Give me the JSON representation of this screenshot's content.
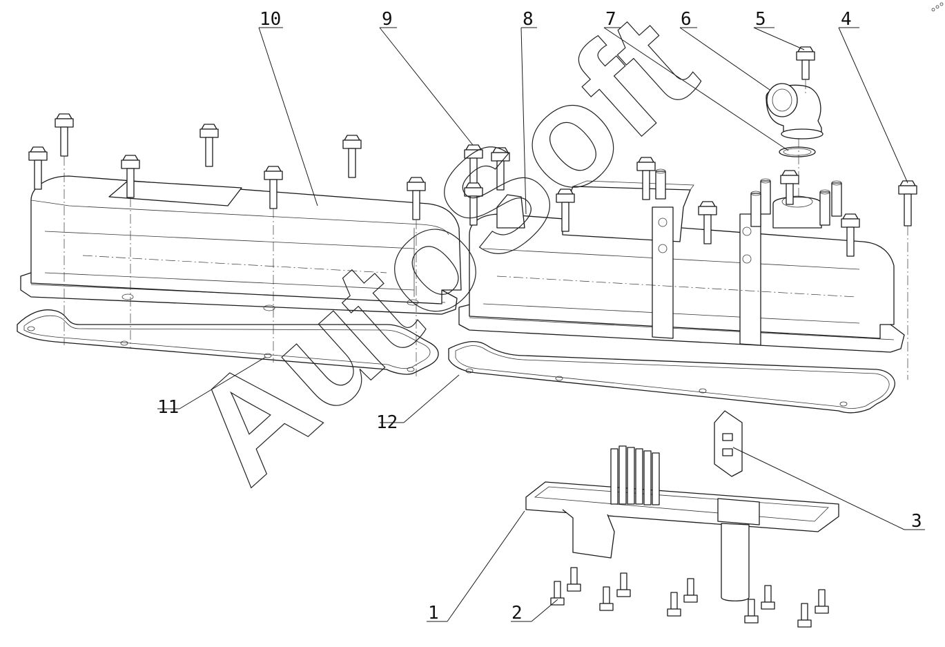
{
  "callouts": [
    {
      "id": "1",
      "label": "1"
    },
    {
      "id": "2",
      "label": "2"
    },
    {
      "id": "3",
      "label": "3"
    },
    {
      "id": "4",
      "label": "4"
    },
    {
      "id": "5",
      "label": "5"
    },
    {
      "id": "6",
      "label": "6"
    },
    {
      "id": "7",
      "label": "7"
    },
    {
      "id": "8",
      "label": "8"
    },
    {
      "id": "9",
      "label": "9"
    },
    {
      "id": "10",
      "label": "10"
    },
    {
      "id": "11",
      "label": "11"
    },
    {
      "id": "12",
      "label": "12"
    }
  ],
  "watermark": {
    "text": "AutoSoft"
  }
}
